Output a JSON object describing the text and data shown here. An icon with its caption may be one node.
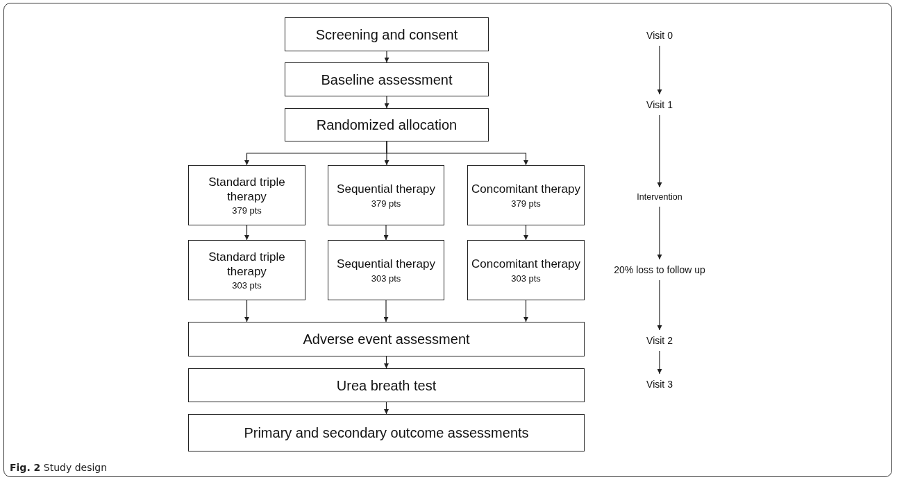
{
  "diagram": {
    "caption": "**Fig. 2** Study design",
    "nodes": [
      {
        "text": [
          "Screening and consent"
        ]
      },
      {
        "text": [
          "Baseline assessment"
        ]
      },
      {
        "text": [
          "Randomized allocation"
        ]
      },
      {
        "text": [
          "Standard triple therapy",
          "379 pts"
        ]
      },
      {
        "text": [
          "Sequential therapy",
          "379 pts"
        ]
      },
      {
        "text": [
          "Concomitant therapy",
          "379 pts"
        ]
      },
      {
        "text": [
          "Standard triple therapy",
          "303 pts"
        ]
      },
      {
        "text": [
          "Sequential therapy",
          "303 pts"
        ]
      },
      {
        "text": [
          "Concomitant therapy",
          "303 pts"
        ]
      },
      {
        "text": [
          "Adverse event assessment"
        ]
      },
      {
        "text": [
          "Urea breath test"
        ]
      },
      {
        "text": [
          "Primary and secondary outcome assessments"
        ]
      },
      {
        "text": [
          "Visit 0"
        ]
      },
      {
        "text": [
          "Visit 1"
        ]
      },
      {
        "text": [
          "Intervention"
        ]
      },
      {
        "text": [
          "20% loss to follow up"
        ]
      },
      {
        "text": [
          "Visit 2"
        ]
      },
      {
        "text": [
          "Visit 3"
        ]
      }
    ],
    "edges": [
      {
        "from": 0,
        "to": 1,
        "arrow": "to"
      },
      {
        "from": 1,
        "to": 2,
        "arrow": "to"
      },
      {
        "from": 2,
        "to": 3,
        "arrow": "to"
      },
      {
        "from": 2,
        "to": 4,
        "arrow": "to"
      },
      {
        "from": 2,
        "to": 5,
        "arrow": "to"
      },
      {
        "from": 3,
        "to": 6,
        "arrow": "to"
      },
      {
        "from": 4,
        "to": 7,
        "arrow": "to"
      },
      {
        "from": 5,
        "to": 8,
        "arrow": "to"
      },
      {
        "from": 6,
        "to": 9,
        "arrow": "to"
      },
      {
        "from": 7,
        "to": 9,
        "arrow": "to"
      },
      {
        "from": 8,
        "to": 9,
        "arrow": "to"
      },
      {
        "from": 9,
        "to": 10,
        "arrow": "to"
      },
      {
        "from": 10,
        "to": 11,
        "arrow": "to"
      },
      {
        "from": 12,
        "to": 13,
        "arrow": "to"
      },
      {
        "from": 13,
        "to": 14,
        "arrow": "to"
      },
      {
        "from": 14,
        "to": 15,
        "arrow": "to"
      },
      {
        "from": 15,
        "to": 16,
        "arrow": "to"
      },
      {
        "from": 16,
        "to": 17,
        "arrow": "to"
      }
    ]
  }
}
